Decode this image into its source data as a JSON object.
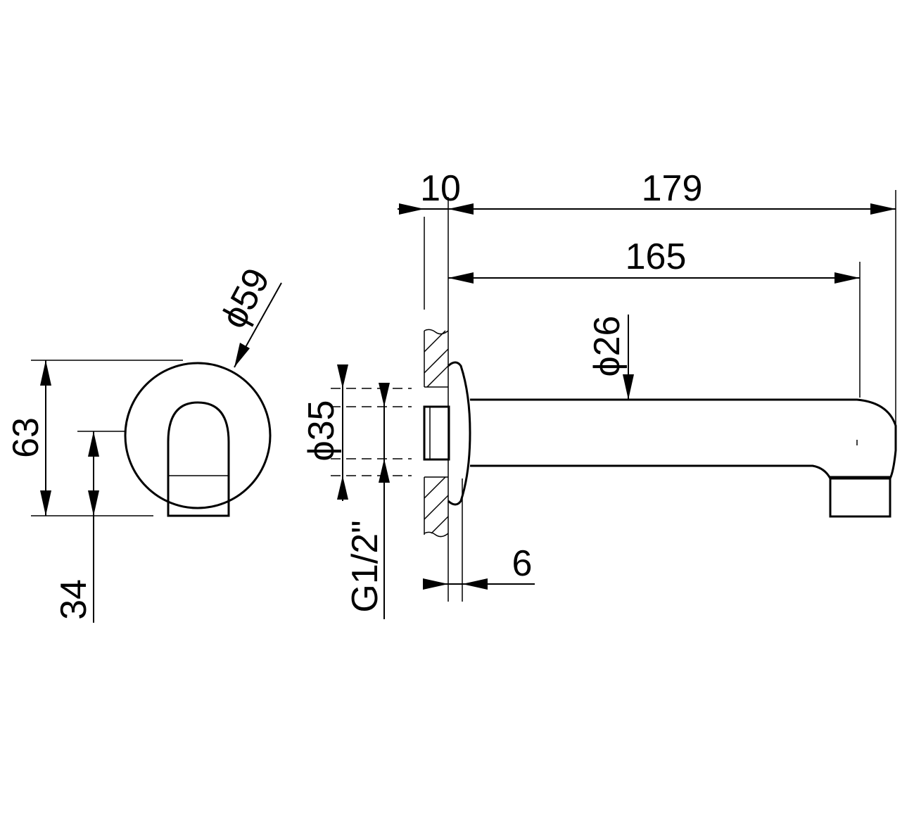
{
  "dimensions": {
    "dia_59": "ϕ59",
    "height_63": "63",
    "height_34": "34",
    "dia_35": "ϕ35",
    "thread": "G1/2\"",
    "flange_10": "10",
    "length_179": "179",
    "length_165": "165",
    "dia_26": "ϕ26",
    "wall_6": "6"
  },
  "colors": {
    "line": "#000000",
    "background": "#ffffff"
  }
}
